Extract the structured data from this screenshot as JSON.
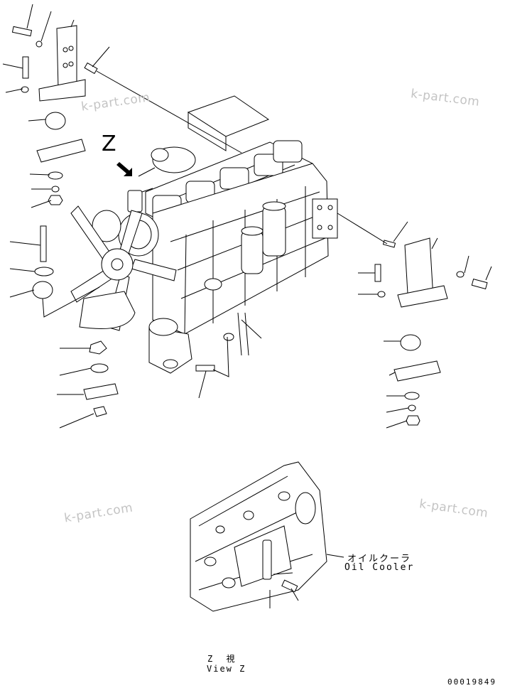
{
  "diagram": {
    "view_marker": "Z",
    "oil_cooler_label_jp": "オイルクーラ",
    "oil_cooler_label_en": "Oil Cooler",
    "view_caption_jp": "Z 視",
    "view_caption_en": "View Z",
    "document_number": "00019849"
  },
  "watermarks": [
    "k-part.com",
    "k-part.com",
    "k-part.com",
    "k-part.com"
  ],
  "colors": {
    "line": "#000000",
    "watermark": "#c4c4c4",
    "background": "#ffffff"
  }
}
